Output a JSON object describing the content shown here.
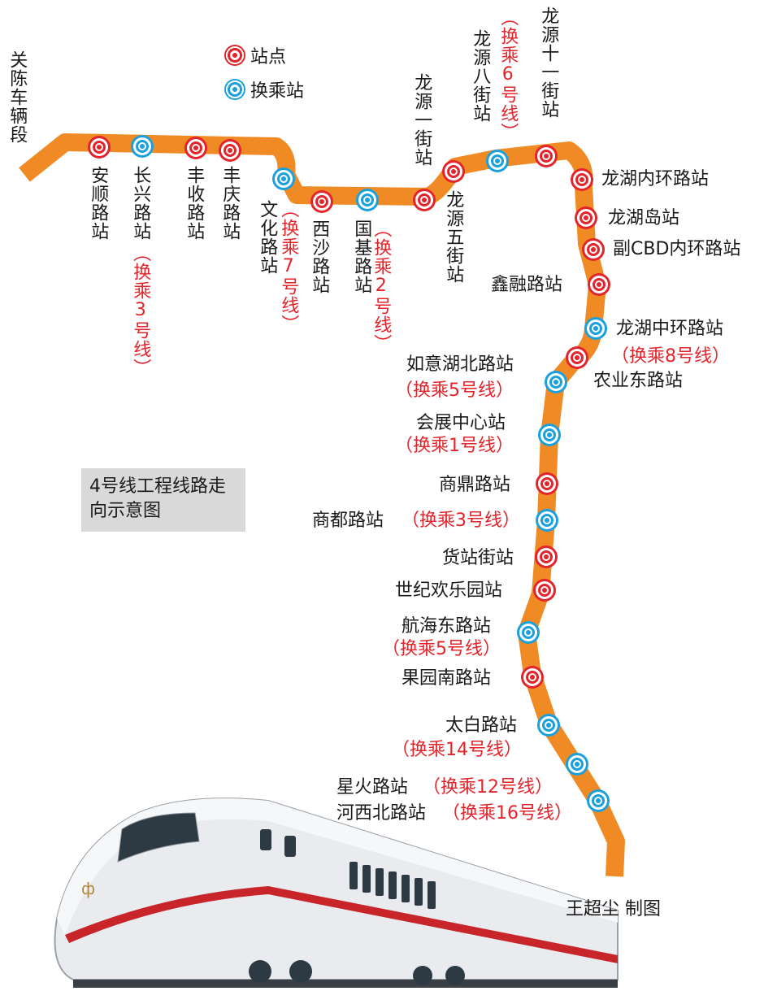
{
  "legend": {
    "station": "站点",
    "transfer": "换乘站"
  },
  "title": "4号线工程线路走向示意图",
  "credit": "王超尘  制图",
  "depot": "关陈车辆段",
  "stations": [
    {
      "name": "安顺路站",
      "type": "station"
    },
    {
      "name": "长兴路站",
      "type": "transfer",
      "transfer": "（换乘3号线）"
    },
    {
      "name": "丰收路站",
      "type": "station"
    },
    {
      "name": "丰庆路站",
      "type": "station"
    },
    {
      "name": "文化路站",
      "type": "transfer",
      "transfer": "（换乘7号线）"
    },
    {
      "name": "西沙路站",
      "type": "station"
    },
    {
      "name": "国基路站",
      "type": "transfer",
      "transfer": "（换乘2号线）"
    },
    {
      "name": "龙源一街站",
      "type": "station"
    },
    {
      "name": "龙源五街站",
      "type": "station"
    },
    {
      "name": "龙源八街站",
      "type": "transfer",
      "transfer": "（换乘6号线）"
    },
    {
      "name": "龙源十一街站",
      "type": "station"
    },
    {
      "name": "龙湖内环路站",
      "type": "station"
    },
    {
      "name": "龙湖岛站",
      "type": "station"
    },
    {
      "name": "副CBD内环路站",
      "type": "station"
    },
    {
      "name": "鑫融路站",
      "type": "station"
    },
    {
      "name": "龙湖中环路站",
      "type": "transfer",
      "transfer": "（换乘8号线）"
    },
    {
      "name": "农业东路站",
      "type": "station"
    },
    {
      "name": "如意湖北路站",
      "type": "transfer",
      "transfer": "（换乘5号线）"
    },
    {
      "name": "会展中心站",
      "type": "transfer",
      "transfer": "（换乘1号线）"
    },
    {
      "name": "商鼎路站",
      "type": "station"
    },
    {
      "name": "商都路站",
      "type": "transfer",
      "transfer": "（换乘3号线）"
    },
    {
      "name": "货站街站",
      "type": "station"
    },
    {
      "name": "世纪欢乐园站",
      "type": "station"
    },
    {
      "name": "航海东路站",
      "type": "transfer",
      "transfer": "（换乘5号线）"
    },
    {
      "name": "果园南路站",
      "type": "station"
    },
    {
      "name": "太白路站",
      "type": "transfer",
      "transfer": "（换乘14号线）"
    },
    {
      "name": "星火路站",
      "type": "transfer",
      "transfer": "（换乘12号线）"
    },
    {
      "name": "河西北路站",
      "type": "transfer",
      "transfer": "（换乘16号线）"
    }
  ],
  "colors": {
    "line": "#f08a24",
    "station": "#e3242b",
    "transfer": "#1aa0dc"
  }
}
